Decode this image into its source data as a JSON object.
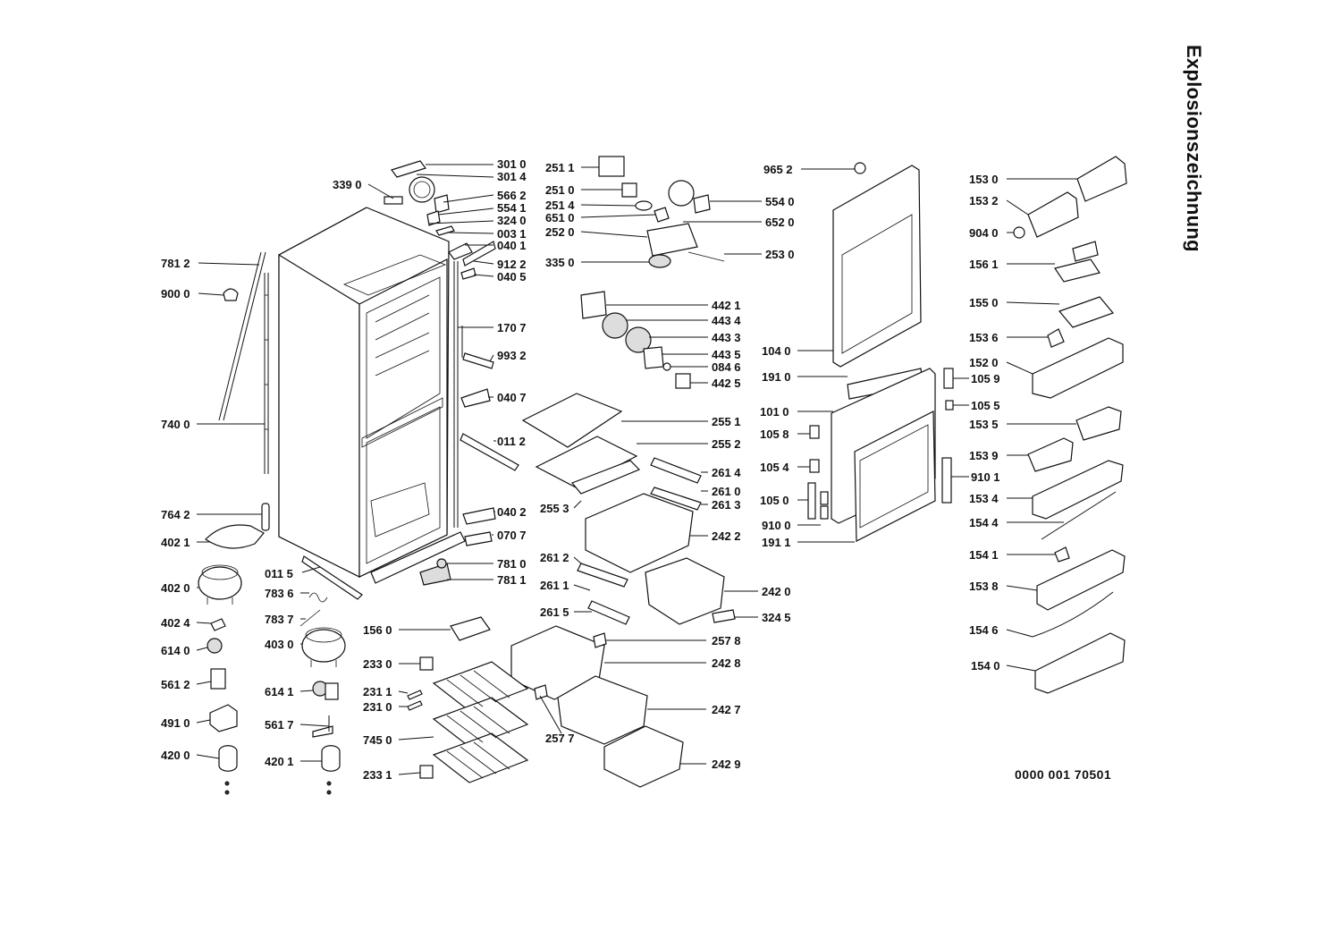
{
  "title": "Explosionszeichnung",
  "document_number": "0000 001 70501",
  "parts": [
    {
      "id": "p3010",
      "label": "301 0"
    },
    {
      "id": "p3014",
      "label": "301 4"
    },
    {
      "id": "p3390",
      "label": "339 0"
    },
    {
      "id": "p5662",
      "label": "566 2"
    },
    {
      "id": "p5541",
      "label": "554 1"
    },
    {
      "id": "p3240",
      "label": "324 0"
    },
    {
      "id": "p0031",
      "label": "003 1"
    },
    {
      "id": "p0401",
      "label": "040 1"
    },
    {
      "id": "p7812",
      "label": "781 2"
    },
    {
      "id": "p9122",
      "label": "912 2"
    },
    {
      "id": "p0405",
      "label": "040 5"
    },
    {
      "id": "p9000",
      "label": "900 0"
    },
    {
      "id": "p1707",
      "label": "170 7"
    },
    {
      "id": "p9932",
      "label": "993 2"
    },
    {
      "id": "p0407",
      "label": "040 7"
    },
    {
      "id": "p7400",
      "label": "740 0"
    },
    {
      "id": "p0112",
      "label": "011 2"
    },
    {
      "id": "p7642",
      "label": "764 2"
    },
    {
      "id": "p0402",
      "label": "040 2"
    },
    {
      "id": "p4021",
      "label": "402 1"
    },
    {
      "id": "p0707",
      "label": "070 7"
    },
    {
      "id": "p0115",
      "label": "011 5"
    },
    {
      "id": "p7810",
      "label": "781 0"
    },
    {
      "id": "p4020",
      "label": "402 0"
    },
    {
      "id": "p7811",
      "label": "781 1"
    },
    {
      "id": "p7836",
      "label": "783 6"
    },
    {
      "id": "p4024",
      "label": "402 4"
    },
    {
      "id": "p7837",
      "label": "783 7"
    },
    {
      "id": "p6140",
      "label": "614 0"
    },
    {
      "id": "p4030",
      "label": "403 0"
    },
    {
      "id": "p5612",
      "label": "561 2"
    },
    {
      "id": "p6141",
      "label": "614 1"
    },
    {
      "id": "p4910",
      "label": "491 0"
    },
    {
      "id": "p5617",
      "label": "561 7"
    },
    {
      "id": "p4200",
      "label": "420 0"
    },
    {
      "id": "p4201",
      "label": "420 1"
    },
    {
      "id": "p2511",
      "label": "251 1"
    },
    {
      "id": "p2510",
      "label": "251 0"
    },
    {
      "id": "p2514",
      "label": "251 4"
    },
    {
      "id": "p6510",
      "label": "651 0"
    },
    {
      "id": "p2520",
      "label": "252 0"
    },
    {
      "id": "p3350",
      "label": "335 0"
    },
    {
      "id": "p5540",
      "label": "554 0"
    },
    {
      "id": "p6520",
      "label": "652 0"
    },
    {
      "id": "p2530",
      "label": "253 0"
    },
    {
      "id": "p4421",
      "label": "442 1"
    },
    {
      "id": "p4434",
      "label": "443 4"
    },
    {
      "id": "p4433",
      "label": "443 3"
    },
    {
      "id": "p4435",
      "label": "443 5"
    },
    {
      "id": "p0846",
      "label": "084 6"
    },
    {
      "id": "p4425",
      "label": "442 5"
    },
    {
      "id": "p2551",
      "label": "255 1"
    },
    {
      "id": "p2552",
      "label": "255 2"
    },
    {
      "id": "p2614",
      "label": "261 4"
    },
    {
      "id": "p2610",
      "label": "261 0"
    },
    {
      "id": "p2613",
      "label": "261 3"
    },
    {
      "id": "p2553",
      "label": "255 3"
    },
    {
      "id": "p2422",
      "label": "242 2"
    },
    {
      "id": "p2612",
      "label": "261 2"
    },
    {
      "id": "p2611",
      "label": "261 1"
    },
    {
      "id": "p2420",
      "label": "242 0"
    },
    {
      "id": "p2615",
      "label": "261 5"
    },
    {
      "id": "p3245",
      "label": "324 5"
    },
    {
      "id": "p1560",
      "label": "156 0"
    },
    {
      "id": "p2578",
      "label": "257 8"
    },
    {
      "id": "p2330",
      "label": "233 0"
    },
    {
      "id": "p2428",
      "label": "242 8"
    },
    {
      "id": "p2311",
      "label": "231 1"
    },
    {
      "id": "p2310",
      "label": "231 0"
    },
    {
      "id": "p2427",
      "label": "242 7"
    },
    {
      "id": "p7450",
      "label": "745 0"
    },
    {
      "id": "p2577",
      "label": "257 7"
    },
    {
      "id": "p2429",
      "label": "242 9"
    },
    {
      "id": "p2331",
      "label": "233 1"
    },
    {
      "id": "p9652",
      "label": "965 2"
    },
    {
      "id": "p1040",
      "label": "104 0"
    },
    {
      "id": "p1910",
      "label": "191 0"
    },
    {
      "id": "p1010",
      "label": "101 0"
    },
    {
      "id": "p1058",
      "label": "105 8"
    },
    {
      "id": "p1054",
      "label": "105 4"
    },
    {
      "id": "p1050",
      "label": "105 0"
    },
    {
      "id": "p9100",
      "label": "910 0"
    },
    {
      "id": "p1911",
      "label": "191 1"
    },
    {
      "id": "p1530",
      "label": "153 0"
    },
    {
      "id": "p1532",
      "label": "153 2"
    },
    {
      "id": "p9040",
      "label": "904 0"
    },
    {
      "id": "p1561",
      "label": "156 1"
    },
    {
      "id": "p1550",
      "label": "155 0"
    },
    {
      "id": "p1536",
      "label": "153 6"
    },
    {
      "id": "p1520",
      "label": "152 0"
    },
    {
      "id": "p1059",
      "label": "105 9"
    },
    {
      "id": "p1055",
      "label": "105 5"
    },
    {
      "id": "p1535",
      "label": "153 5"
    },
    {
      "id": "p1539",
      "label": "153 9"
    },
    {
      "id": "p9101",
      "label": "910 1"
    },
    {
      "id": "p1534",
      "label": "153 4"
    },
    {
      "id": "p1544",
      "label": "154 4"
    },
    {
      "id": "p1541",
      "label": "154 1"
    },
    {
      "id": "p1538",
      "label": "153 8"
    },
    {
      "id": "p1546",
      "label": "154 6"
    },
    {
      "id": "p1540",
      "label": "154 0"
    }
  ]
}
